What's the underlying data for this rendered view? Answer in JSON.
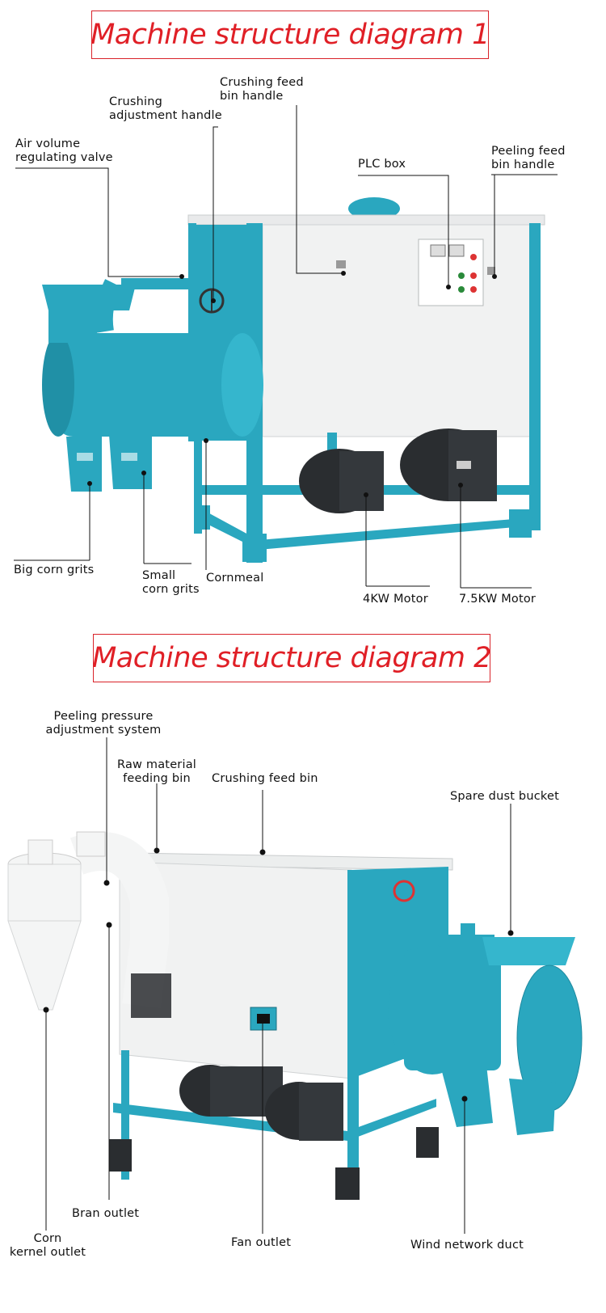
{
  "diagram1": {
    "title": "Machine structure diagram 1",
    "labels": {
      "crushing_feed_bin_handle": [
        "Crushing feed",
        "bin handle"
      ],
      "crushing_adjustment_handle": [
        "Crushing",
        "adjustment handle"
      ],
      "air_volume_valve": [
        "Air volume",
        "regulating valve"
      ],
      "plc_box": [
        "PLC box"
      ],
      "peeling_feed_bin_handle": [
        "Peeling feed",
        "bin handle"
      ],
      "big_corn_grits": [
        "Big corn grits"
      ],
      "small_corn_grits": [
        "Small",
        "corn grits"
      ],
      "cornmeal": [
        "Cornmeal"
      ],
      "motor_4kw": [
        "4KW Motor"
      ],
      "motor_7_5kw": [
        "7.5KW Motor"
      ]
    }
  },
  "diagram2": {
    "title": "Machine structure diagram 2",
    "labels": {
      "peeling_pressure_system": [
        "Peeling pressure",
        "adjustment system"
      ],
      "raw_material_bin": [
        "Raw material",
        "feeding bin"
      ],
      "crushing_feed_bin": [
        "Crushing feed bin"
      ],
      "spare_dust_bucket": [
        "Spare dust bucket"
      ],
      "corn_kernel_outlet": [
        "Corn",
        "kernel outlet"
      ],
      "bran_outlet": [
        "Bran outlet"
      ],
      "fan_outlet": [
        "Fan outlet"
      ],
      "wind_network_duct": [
        "Wind network duct"
      ]
    }
  },
  "colors": {
    "title_red": "#e01f26",
    "machine_teal": "#2aa7bf",
    "panel_white": "#f1f2f2",
    "motor_dark": "#2a2d30"
  }
}
